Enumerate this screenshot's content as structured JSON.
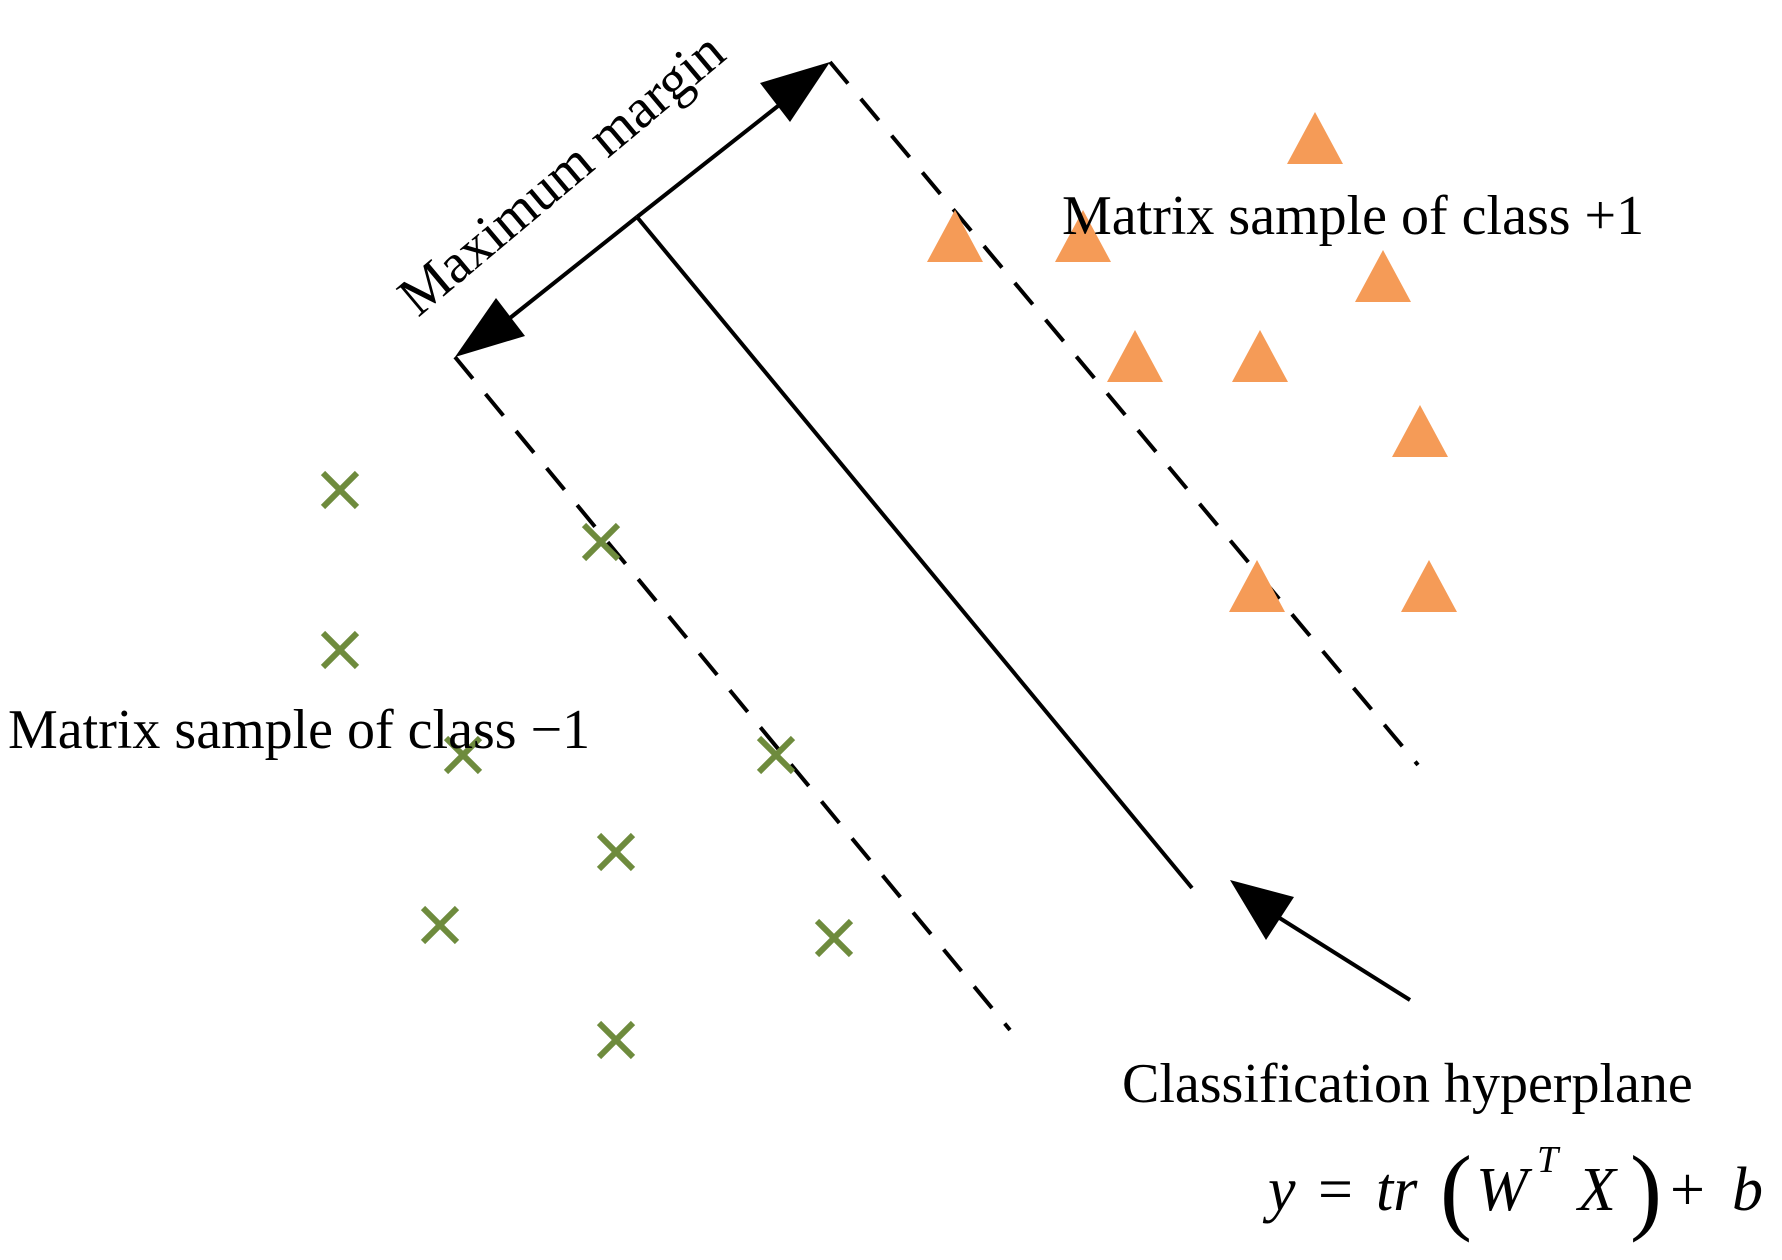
{
  "labels": {
    "margin": "Maximum margin",
    "positive_class": "Matrix sample of class +1",
    "negative_class": "Matrix sample of class −1",
    "hyperplane": "Classification hyperplane"
  },
  "equation": {
    "y": "y",
    "equals": "=",
    "tr": "tr",
    "open_paren": "(",
    "W": "W",
    "superscript": "T",
    "X": "X",
    "close_paren": ")",
    "plus": "+",
    "b": "b"
  },
  "colors": {
    "positive_marker": "#F59B57",
    "negative_marker": "#6E8B3D",
    "lines": "#000000",
    "background": "#FFFFFF"
  },
  "markers": {
    "positive_shape": "triangle",
    "negative_shape": "cross"
  }
}
